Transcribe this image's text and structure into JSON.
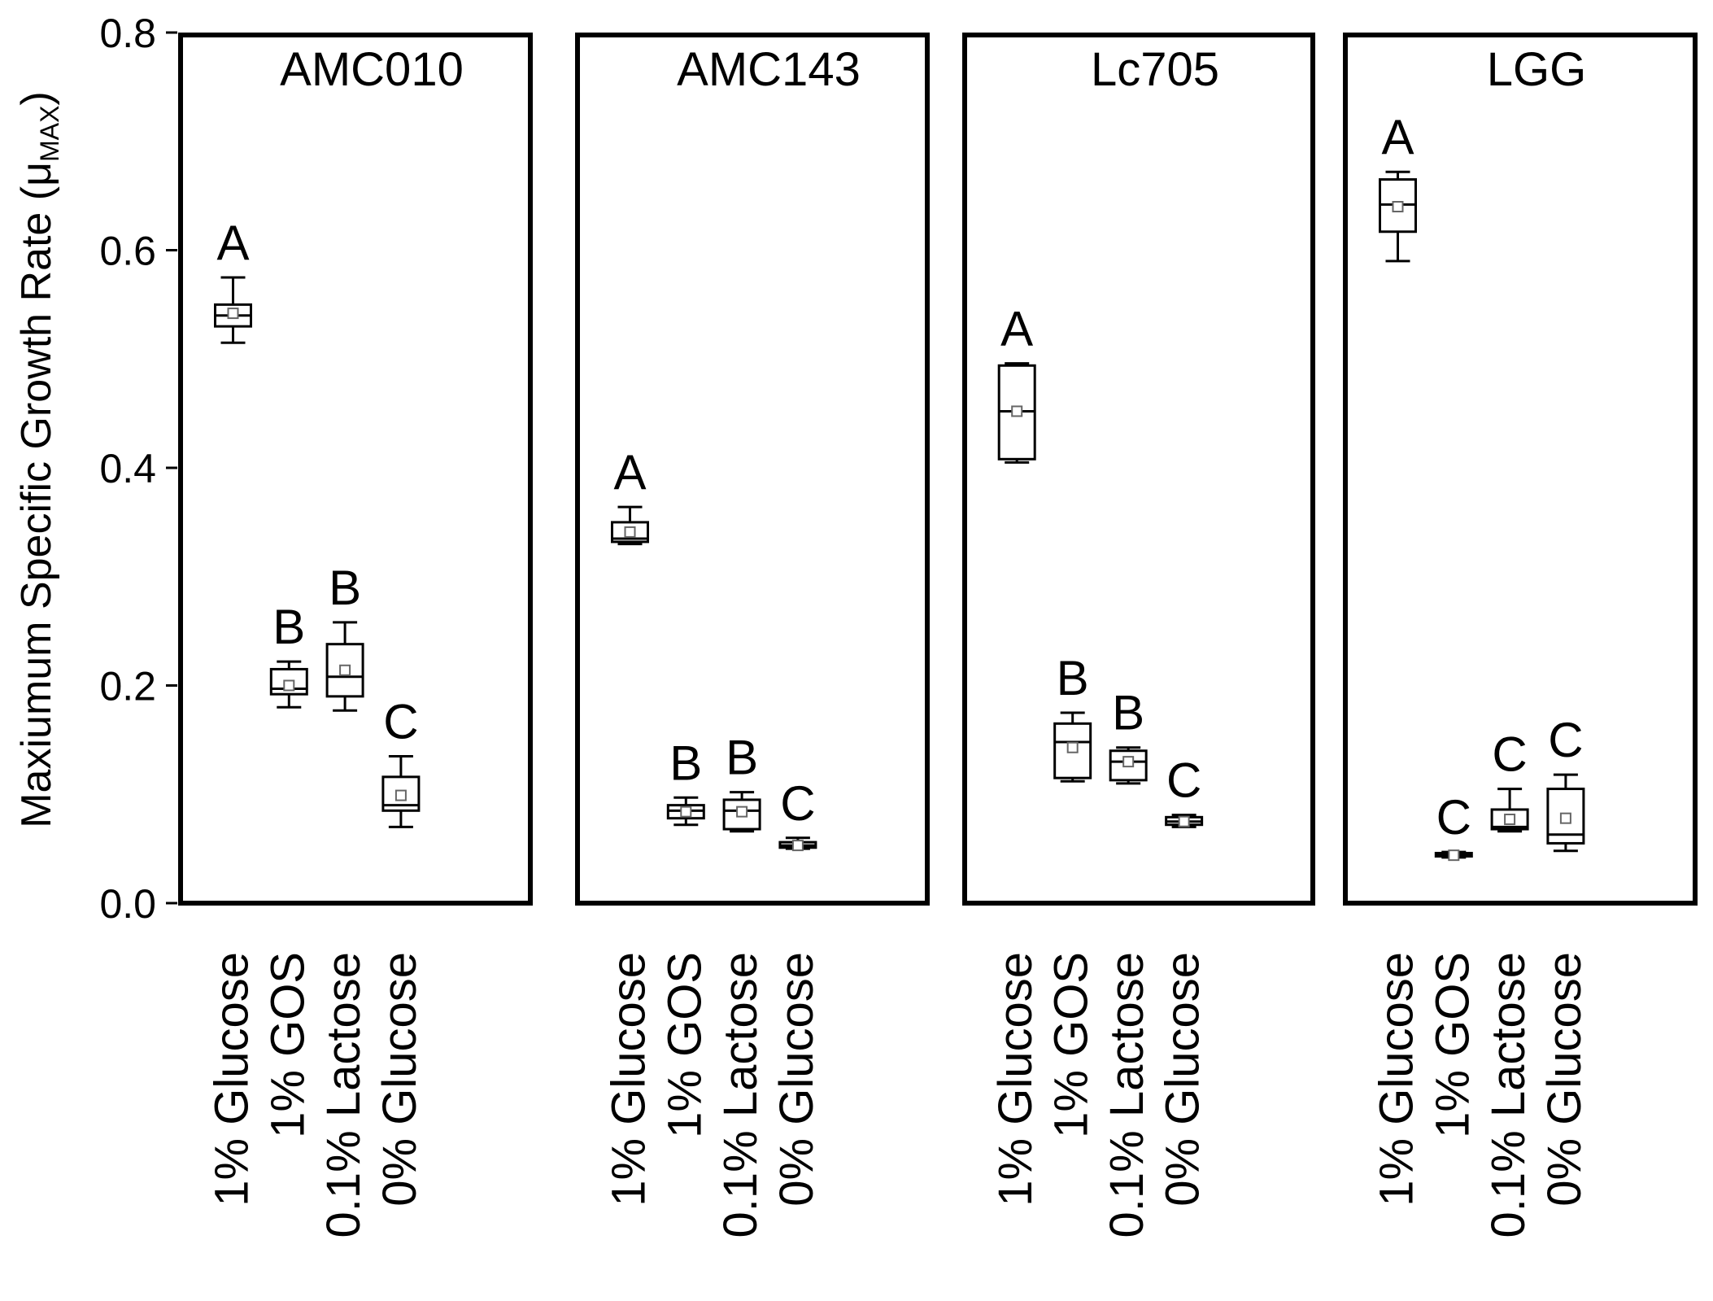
{
  "chart_data": {
    "type": "box",
    "ylabel": "Maxiumum Specific Growth Rate (μ",
    "ylabel_sub": "MAX",
    "ylabel_close": ")",
    "ylim": [
      0.0,
      0.8
    ],
    "yticks": [
      "0.0",
      "0.2",
      "0.4",
      "0.6",
      "0.8"
    ],
    "categories": [
      "1% Glucose",
      "1% GOS",
      "0.1% Lactose",
      "0% Glucose"
    ],
    "panels": [
      {
        "name": "AMC010",
        "boxes": [
          {
            "min": 0.515,
            "q1": 0.53,
            "median": 0.54,
            "q3": 0.55,
            "max": 0.575,
            "mean": 0.542,
            "letter": "A"
          },
          {
            "min": 0.18,
            "q1": 0.192,
            "median": 0.197,
            "q3": 0.215,
            "max": 0.222,
            "mean": 0.2,
            "letter": "B"
          },
          {
            "min": 0.177,
            "q1": 0.19,
            "median": 0.208,
            "q3": 0.238,
            "max": 0.258,
            "mean": 0.214,
            "letter": "B"
          },
          {
            "min": 0.07,
            "q1": 0.085,
            "median": 0.09,
            "q3": 0.116,
            "max": 0.135,
            "mean": 0.099,
            "letter": "C"
          }
        ]
      },
      {
        "name": "AMC143",
        "boxes": [
          {
            "min": 0.33,
            "q1": 0.332,
            "median": 0.335,
            "q3": 0.35,
            "max": 0.364,
            "mean": 0.341,
            "letter": "A"
          },
          {
            "min": 0.072,
            "q1": 0.078,
            "median": 0.085,
            "q3": 0.09,
            "max": 0.097,
            "mean": 0.084,
            "letter": "B"
          },
          {
            "min": 0.066,
            "q1": 0.068,
            "median": 0.085,
            "q3": 0.095,
            "max": 0.102,
            "mean": 0.084,
            "letter": "B"
          },
          {
            "min": 0.05,
            "q1": 0.051,
            "median": 0.053,
            "q3": 0.056,
            "max": 0.06,
            "mean": 0.053,
            "letter": "C"
          }
        ]
      },
      {
        "name": "Lc705",
        "boxes": [
          {
            "min": 0.405,
            "q1": 0.408,
            "median": 0.452,
            "q3": 0.494,
            "max": 0.496,
            "mean": 0.452,
            "letter": "A"
          },
          {
            "min": 0.112,
            "q1": 0.115,
            "median": 0.148,
            "q3": 0.165,
            "max": 0.175,
            "mean": 0.143,
            "letter": "B"
          },
          {
            "min": 0.11,
            "q1": 0.113,
            "median": 0.13,
            "q3": 0.14,
            "max": 0.143,
            "mean": 0.13,
            "letter": "B"
          },
          {
            "min": 0.07,
            "q1": 0.072,
            "median": 0.075,
            "q3": 0.079,
            "max": 0.081,
            "mean": 0.075,
            "letter": "C"
          }
        ]
      },
      {
        "name": "LGG",
        "boxes": [
          {
            "min": 0.59,
            "q1": 0.617,
            "median": 0.642,
            "q3": 0.665,
            "max": 0.672,
            "mean": 0.64,
            "letter": "A"
          },
          {
            "min": 0.042,
            "q1": 0.043,
            "median": 0.044,
            "q3": 0.046,
            "max": 0.047,
            "mean": 0.044,
            "letter": "C"
          },
          {
            "min": 0.066,
            "q1": 0.068,
            "median": 0.07,
            "q3": 0.086,
            "max": 0.105,
            "mean": 0.077,
            "letter": "C"
          },
          {
            "min": 0.048,
            "q1": 0.055,
            "median": 0.063,
            "q3": 0.105,
            "max": 0.118,
            "mean": 0.078,
            "letter": "C"
          }
        ]
      }
    ]
  }
}
